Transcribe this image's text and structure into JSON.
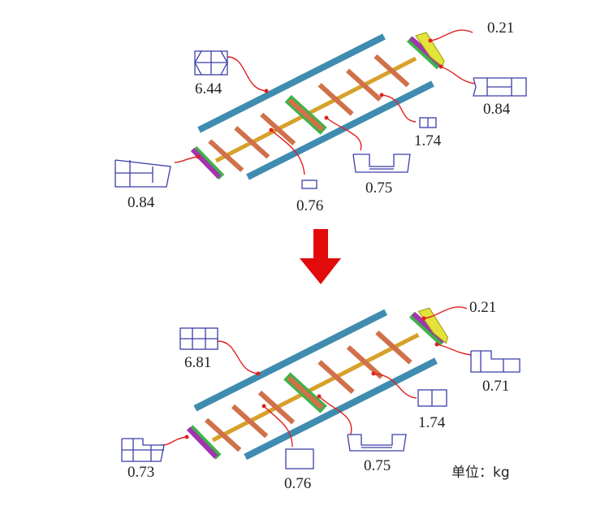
{
  "before": {
    "labels": {
      "bracket_end": "0.21",
      "side_rail": "6.44",
      "end_beam_right": "0.84",
      "cross_member": "1.74",
      "end_beam_left": "0.84",
      "center_tube": "0.76",
      "center_channel": "0.75"
    }
  },
  "after": {
    "labels": {
      "bracket_end": "0.21",
      "side_rail": "6.81",
      "end_beam_right": "0.71",
      "cross_member": "1.74",
      "end_beam_left": "0.73",
      "center_tube": "0.76",
      "center_channel": "0.75"
    }
  },
  "unit_label": "单位：kg",
  "colors": {
    "rail": "#3f8cb0",
    "cross": "#d0714a",
    "shaft": "#d7a12a",
    "end": "#a234b0",
    "green": "#3db34a",
    "bracket": "#e3e33a",
    "arrow": "#e20b0b",
    "leader": "#e02020",
    "icon": "#3a3fa8"
  }
}
